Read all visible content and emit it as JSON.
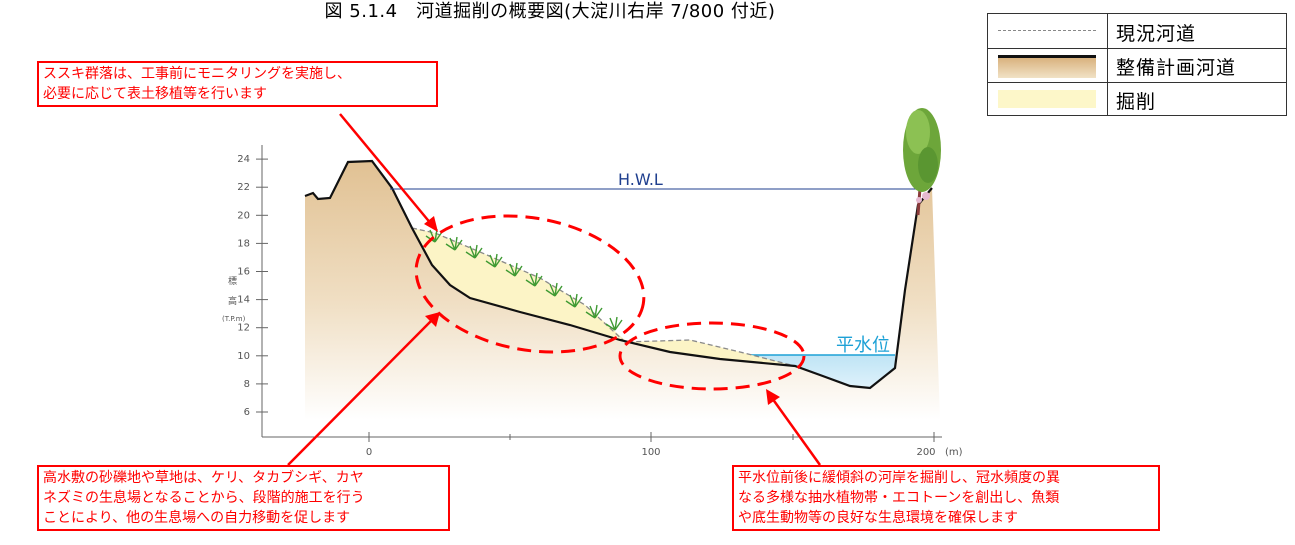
{
  "title": "図 5.1.4　河道掘削の概要図(大淀川右岸 7/800 付近)",
  "legend": {
    "items": [
      {
        "label": "現況河道",
        "style": "dashed"
      },
      {
        "label": "整備計画河道",
        "style": "thick-line"
      },
      {
        "label": "掘削",
        "style": "fill"
      }
    ]
  },
  "callouts": {
    "top_left": [
      "ススキ群落は、工事前にモニタリングを実施し、",
      "必要に応じて表土移植等を行います"
    ],
    "bottom_left": [
      "高水敷の砂礫地や草地は、ケリ、タカブシギ、カヤ",
      "ネズミの生息場となることから、段階的施工を行う",
      "ことにより、他の生息場への自力移動を促します"
    ],
    "bottom_right": [
      "平水位前後に緩傾斜の河岸を掘削し、冠水頻度の異",
      "なる多様な抽水植物帯・エコトーンを創出し、魚類",
      "や底生動物等の良好な生息環境を確保します"
    ]
  },
  "labels": {
    "hwl": "H.W.L",
    "normal_water": "平水位",
    "y_axis_label": [
      "標",
      "高",
      "(T.P.m)"
    ],
    "x_unit": "(m)"
  },
  "axes": {
    "y_ticks": [
      "6",
      "8",
      "10",
      "12",
      "14",
      "16",
      "18",
      "20",
      "22",
      "24"
    ],
    "x_ticks": [
      "0",
      "100",
      "200"
    ]
  },
  "colors": {
    "callout": "#ff0000",
    "ground": "#e3c59a",
    "excavation": "#fdf8cf",
    "water": "#bfe4f5",
    "hwl": "#1f3f8f",
    "normal_water": "#1da1d6"
  }
}
